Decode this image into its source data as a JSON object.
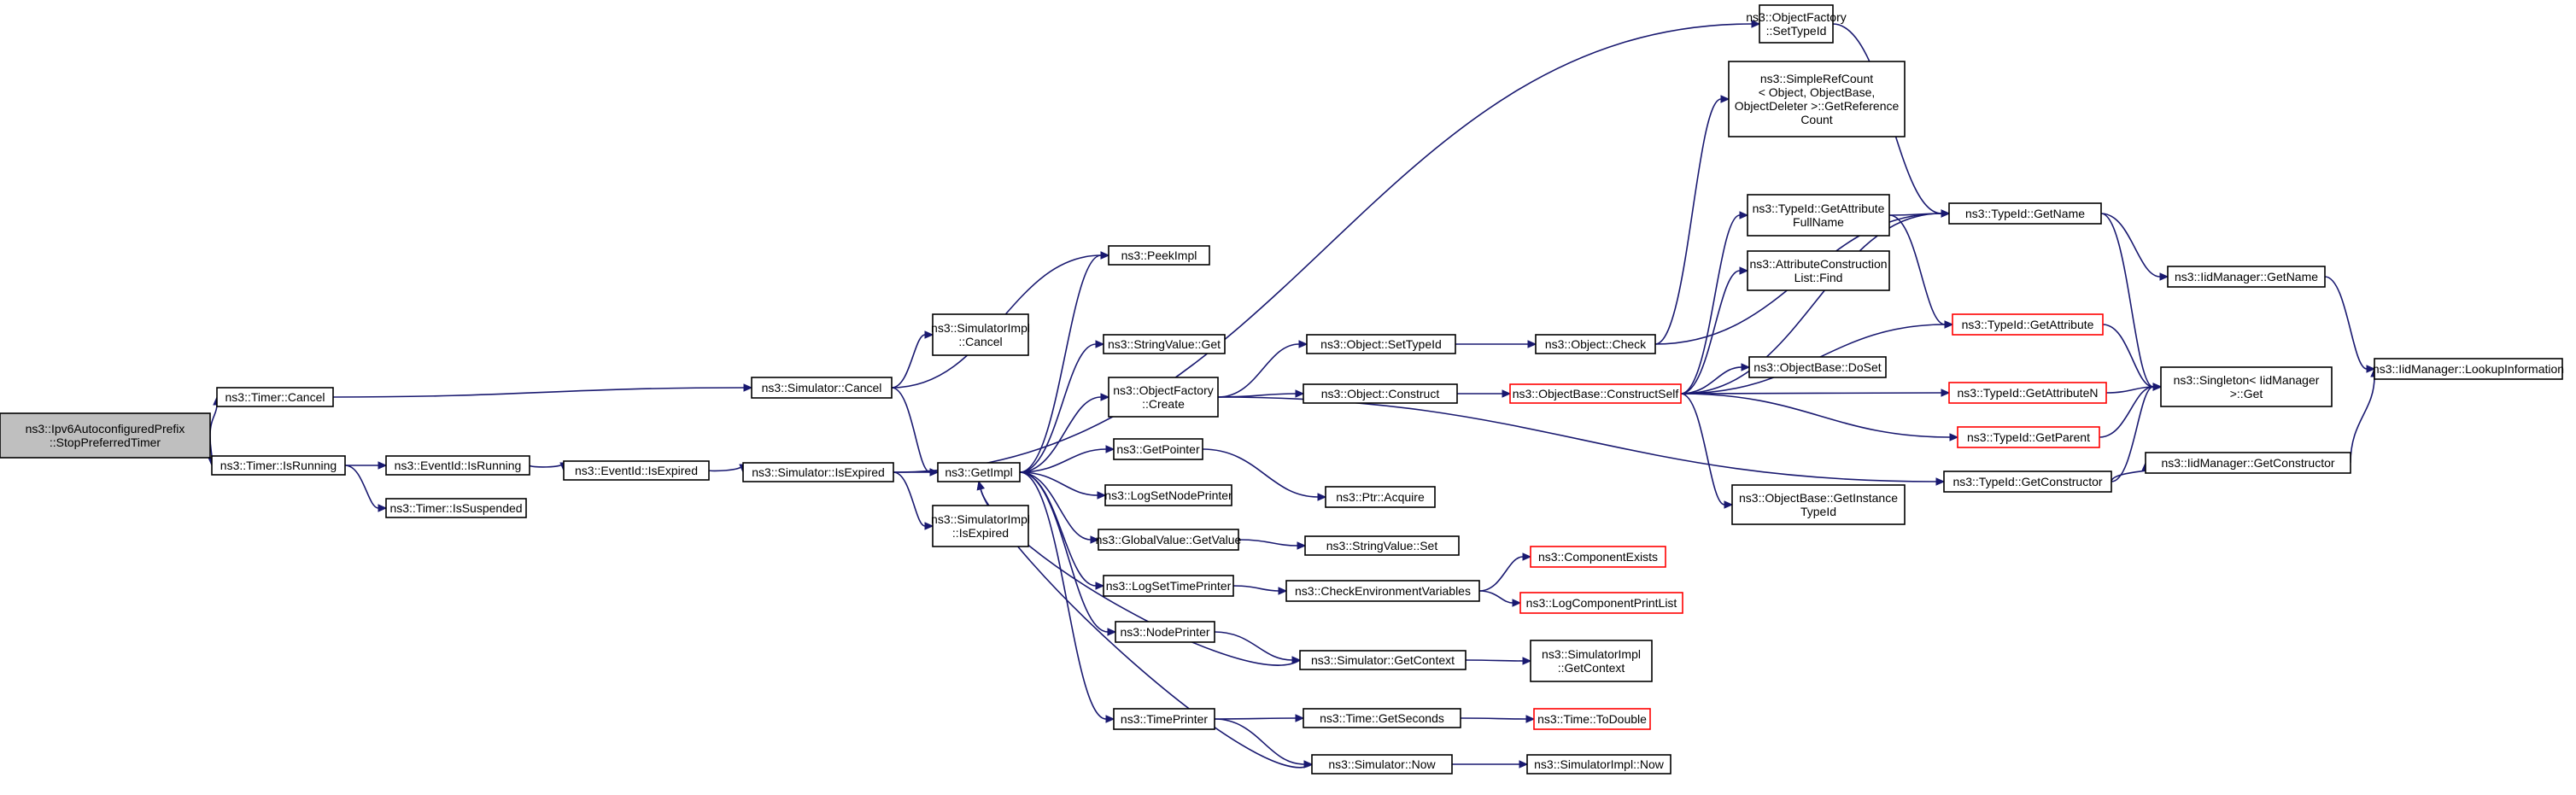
{
  "diagram": {
    "title": "",
    "colors": {
      "edge": "#191970",
      "root_fill": "#bfbfbf",
      "node_border": "#000000",
      "incomplete_border": "#ff0000"
    },
    "nodes": [
      {
        "id": "n0",
        "lines": [
          "ns3::Ipv6AutoconfiguredPrefix",
          "::StopPreferredTimer"
        ],
        "kind": "root"
      },
      {
        "id": "n1",
        "lines": [
          "ns3::Timer::Cancel"
        ]
      },
      {
        "id": "n2",
        "lines": [
          "ns3::Timer::IsRunning"
        ]
      },
      {
        "id": "n3",
        "lines": [
          "ns3::Simulator::Cancel"
        ]
      },
      {
        "id": "n4",
        "lines": [
          "ns3::SimulatorImpl",
          "::Cancel"
        ]
      },
      {
        "id": "n5",
        "lines": [
          "ns3::GetImpl"
        ]
      },
      {
        "id": "n6",
        "lines": [
          "ns3::EventId::IsRunning"
        ]
      },
      {
        "id": "n7",
        "lines": [
          "ns3::Timer::IsSuspended"
        ]
      },
      {
        "id": "n8",
        "lines": [
          "ns3::EventId::IsExpired"
        ]
      },
      {
        "id": "n9",
        "lines": [
          "ns3::Simulator::IsExpired"
        ]
      },
      {
        "id": "n10",
        "lines": [
          "ns3::SimulatorImpl",
          "::IsExpired"
        ]
      },
      {
        "id": "n11",
        "lines": [
          "ns3::PeekImpl"
        ]
      },
      {
        "id": "n12",
        "lines": [
          "ns3::StringValue::Get"
        ]
      },
      {
        "id": "n13",
        "lines": [
          "ns3::ObjectFactory",
          "::Create"
        ]
      },
      {
        "id": "n14",
        "lines": [
          "ns3::GetPointer"
        ]
      },
      {
        "id": "n15",
        "lines": [
          "ns3::LogSetNodePrinter"
        ]
      },
      {
        "id": "n16",
        "lines": [
          "ns3::GlobalValue::GetValue"
        ]
      },
      {
        "id": "n17",
        "lines": [
          "ns3::LogSetTimePrinter"
        ]
      },
      {
        "id": "n18",
        "lines": [
          "ns3::NodePrinter"
        ]
      },
      {
        "id": "n19",
        "lines": [
          "ns3::TimePrinter"
        ]
      },
      {
        "id": "n20",
        "lines": [
          "ns3::ObjectFactory",
          "::SetTypeId"
        ]
      },
      {
        "id": "n21",
        "lines": [
          "ns3::Object::SetTypeId"
        ]
      },
      {
        "id": "n22",
        "lines": [
          "ns3::Object::Construct"
        ]
      },
      {
        "id": "n23",
        "lines": [
          "ns3::Ptr::Acquire"
        ]
      },
      {
        "id": "n24",
        "lines": [
          "ns3::StringValue::Set"
        ]
      },
      {
        "id": "n25",
        "lines": [
          "ns3::CheckEnvironmentVariables"
        ]
      },
      {
        "id": "n26",
        "lines": [
          "ns3::Simulator::GetContext"
        ]
      },
      {
        "id": "n27",
        "lines": [
          "ns3::Time::GetSeconds"
        ]
      },
      {
        "id": "n28",
        "lines": [
          "ns3::Simulator::Now"
        ]
      },
      {
        "id": "n29",
        "lines": [
          "ns3::Object::Check"
        ]
      },
      {
        "id": "n30",
        "lines": [
          "ns3::ObjectBase::ConstructSelf"
        ],
        "kind": "red"
      },
      {
        "id": "n31",
        "lines": [
          "ns3::ComponentExists"
        ],
        "kind": "red"
      },
      {
        "id": "n32",
        "lines": [
          "ns3::LogComponentPrintList"
        ],
        "kind": "red"
      },
      {
        "id": "n33",
        "lines": [
          "ns3::SimulatorImpl",
          "::GetContext"
        ]
      },
      {
        "id": "n34",
        "lines": [
          "ns3::Time::ToDouble"
        ],
        "kind": "red"
      },
      {
        "id": "n35",
        "lines": [
          "ns3::SimulatorImpl::Now"
        ]
      },
      {
        "id": "n36",
        "lines": [
          "ns3::SimpleRefCount",
          "< Object, ObjectBase,",
          "ObjectDeleter >::GetReference",
          "Count"
        ]
      },
      {
        "id": "n37",
        "lines": [
          "ns3::TypeId::GetAttribute",
          "FullName"
        ]
      },
      {
        "id": "n38",
        "lines": [
          "ns3::AttributeConstruction",
          "List::Find"
        ]
      },
      {
        "id": "n39",
        "lines": [
          "ns3::ObjectBase::DoSet"
        ]
      },
      {
        "id": "n40",
        "lines": [
          "ns3::ObjectBase::GetInstance",
          "TypeId"
        ]
      },
      {
        "id": "n41",
        "lines": [
          "ns3::TypeId::GetName"
        ]
      },
      {
        "id": "n42",
        "lines": [
          "ns3::TypeId::GetAttribute"
        ],
        "kind": "red"
      },
      {
        "id": "n43",
        "lines": [
          "ns3::TypeId::GetAttributeN"
        ],
        "kind": "red"
      },
      {
        "id": "n44",
        "lines": [
          "ns3::TypeId::GetParent"
        ],
        "kind": "red"
      },
      {
        "id": "n45",
        "lines": [
          "ns3::TypeId::GetConstructor"
        ]
      },
      {
        "id": "n46",
        "lines": [
          "ns3::IidManager::GetName"
        ]
      },
      {
        "id": "n47",
        "lines": [
          "ns3::Singleton< IidManager",
          " >::Get"
        ]
      },
      {
        "id": "n48",
        "lines": [
          "ns3::IidManager::GetConstructor"
        ]
      },
      {
        "id": "n49",
        "lines": [
          "ns3::IidManager::LookupInformation"
        ]
      }
    ],
    "edges": [
      [
        "n0",
        "n1"
      ],
      [
        "n0",
        "n2"
      ],
      [
        "n1",
        "n3"
      ],
      [
        "n2",
        "n6"
      ],
      [
        "n2",
        "n7"
      ],
      [
        "n3",
        "n4"
      ],
      [
        "n3",
        "n5"
      ],
      [
        "n3",
        "n11"
      ],
      [
        "n6",
        "n8"
      ],
      [
        "n8",
        "n9"
      ],
      [
        "n9",
        "n5"
      ],
      [
        "n9",
        "n10"
      ],
      [
        "n9",
        "n20"
      ],
      [
        "n5",
        "n11"
      ],
      [
        "n5",
        "n12"
      ],
      [
        "n5",
        "n13"
      ],
      [
        "n5",
        "n14"
      ],
      [
        "n5",
        "n15"
      ],
      [
        "n5",
        "n16"
      ],
      [
        "n5",
        "n17"
      ],
      [
        "n5",
        "n18"
      ],
      [
        "n5",
        "n19"
      ],
      [
        "n13",
        "n21"
      ],
      [
        "n13",
        "n22"
      ],
      [
        "n13",
        "n45"
      ],
      [
        "n14",
        "n23"
      ],
      [
        "n16",
        "n24"
      ],
      [
        "n17",
        "n25"
      ],
      [
        "n18",
        "n26"
      ],
      [
        "n19",
        "n27"
      ],
      [
        "n19",
        "n28"
      ],
      [
        "n21",
        "n29"
      ],
      [
        "n22",
        "n30"
      ],
      [
        "n25",
        "n31"
      ],
      [
        "n25",
        "n32"
      ],
      [
        "n26",
        "n33"
      ],
      [
        "n26",
        "n5"
      ],
      [
        "n27",
        "n34"
      ],
      [
        "n28",
        "n35"
      ],
      [
        "n28",
        "n5"
      ],
      [
        "n29",
        "n36"
      ],
      [
        "n29",
        "n41"
      ],
      [
        "n30",
        "n37"
      ],
      [
        "n30",
        "n38"
      ],
      [
        "n30",
        "n39"
      ],
      [
        "n30",
        "n40"
      ],
      [
        "n30",
        "n42"
      ],
      [
        "n30",
        "n43"
      ],
      [
        "n30",
        "n44"
      ],
      [
        "n30",
        "n41"
      ],
      [
        "n37",
        "n41"
      ],
      [
        "n37",
        "n42"
      ],
      [
        "n20",
        "n41"
      ],
      [
        "n41",
        "n46"
      ],
      [
        "n41",
        "n47"
      ],
      [
        "n42",
        "n47"
      ],
      [
        "n43",
        "n47"
      ],
      [
        "n44",
        "n47"
      ],
      [
        "n45",
        "n47"
      ],
      [
        "n45",
        "n48"
      ],
      [
        "n46",
        "n49"
      ],
      [
        "n48",
        "n49"
      ]
    ]
  }
}
